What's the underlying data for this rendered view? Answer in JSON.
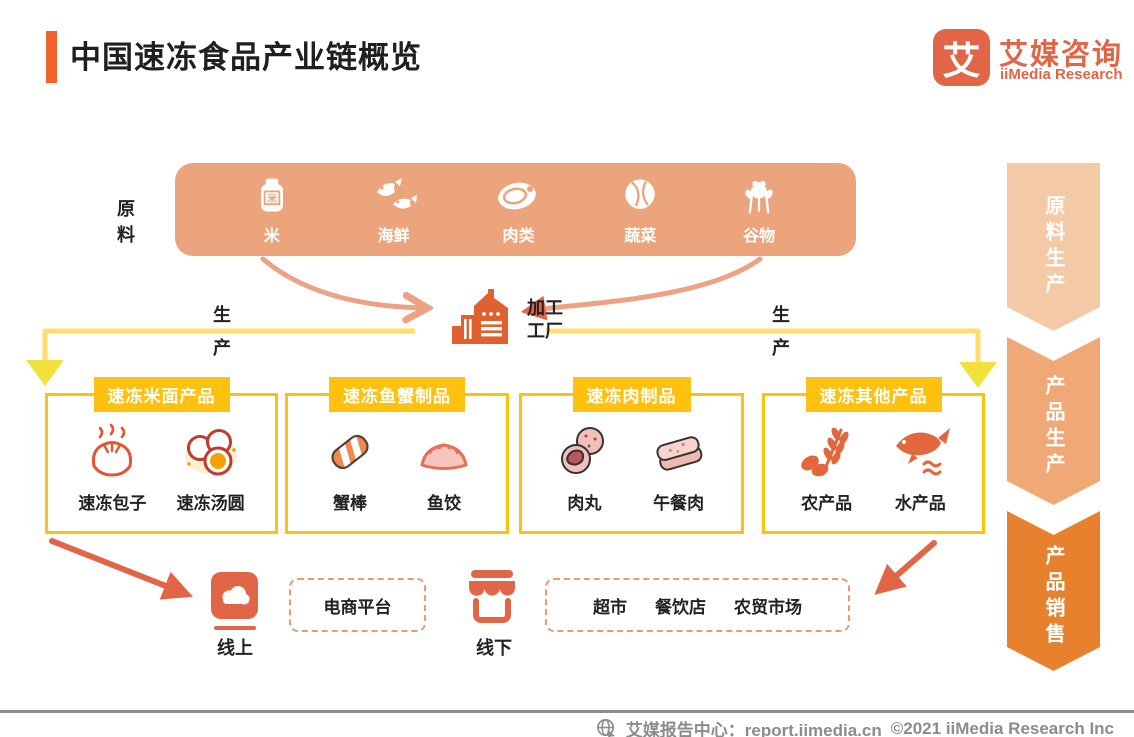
{
  "header": {
    "title": "中国速冻食品产业链概览",
    "logo": {
      "symbol": "艾",
      "name_cn": "艾媒咨询",
      "name_en": "iiMedia Research"
    }
  },
  "raw_materials": {
    "label": "原料",
    "items": [
      {
        "label": "米",
        "icon": "rice-bag-icon"
      },
      {
        "label": "海鲜",
        "icon": "fish-pair-icon"
      },
      {
        "label": "肉类",
        "icon": "meat-icon"
      },
      {
        "label": "蔬菜",
        "icon": "vegetable-icon"
      },
      {
        "label": "谷物",
        "icon": "grain-icon"
      }
    ]
  },
  "process": {
    "factory_label": "加工工厂",
    "factory_icon": "factory-icon",
    "left_flow_label": "生产",
    "right_flow_label": "生产"
  },
  "product_boxes": [
    {
      "title": "速冻米面产品",
      "items": [
        {
          "label": "速冻包子",
          "icon": "baozi-icon"
        },
        {
          "label": "速冻汤圆",
          "icon": "tangyuan-icon"
        }
      ]
    },
    {
      "title": "速冻鱼蟹制品",
      "items": [
        {
          "label": "蟹棒",
          "icon": "crab-stick-icon"
        },
        {
          "label": "鱼饺",
          "icon": "fish-dumpling-icon"
        }
      ]
    },
    {
      "title": "速冻肉制品",
      "items": [
        {
          "label": "肉丸",
          "icon": "meatball-icon"
        },
        {
          "label": "午餐肉",
          "icon": "luncheon-meat-icon"
        }
      ]
    },
    {
      "title": "速冻其他产品",
      "items": [
        {
          "label": "农产品",
          "icon": "wheat-produce-icon"
        },
        {
          "label": "水产品",
          "icon": "aquatic-fish-icon"
        }
      ]
    }
  ],
  "sales_channels": {
    "online": {
      "label": "线上",
      "icon": "cloud-icon"
    },
    "ecommerce_platform": "电商平台",
    "offline": {
      "label": "线下",
      "icon": "storefront-icon"
    },
    "offline_outlets": [
      "超市",
      "餐饮店",
      "农贸市场"
    ]
  },
  "stages": [
    {
      "label": "原料生产",
      "color": "#F3C9A6"
    },
    {
      "label": "产品生产",
      "color": "#F0A877"
    },
    {
      "label": "产品销售",
      "color": "#E8812D"
    }
  ],
  "footer": {
    "source": "艾媒报告中心：report.iimedia.cn",
    "copyright": "©2021 iiMedia Research Inc"
  },
  "colors": {
    "accent_orange": "#F4622E",
    "brand_orange": "#E16647",
    "salmon_bar": "#ECA47D",
    "tag_yellow": "#FEC110",
    "line_yellow": "#FFDE6E",
    "arrow_yellow": "#F0E13C"
  }
}
